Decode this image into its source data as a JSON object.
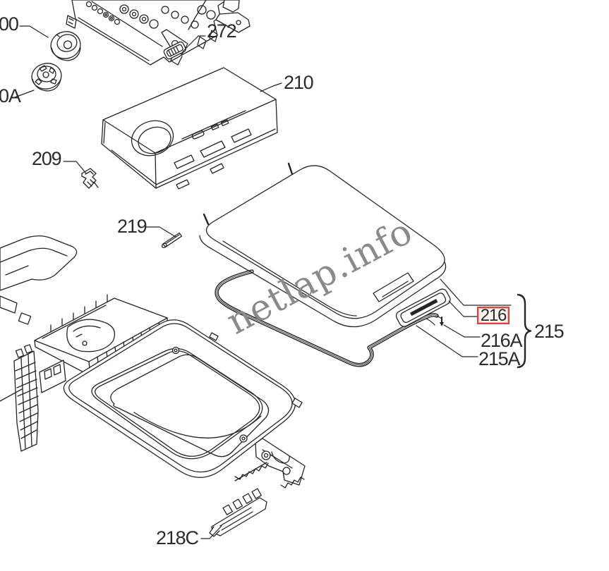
{
  "diagram": {
    "watermark": "netlap.info",
    "colors": {
      "line": "#242424",
      "label": "#2b2b2b",
      "watermark": "#8a8a8a",
      "highlight_border": "#e0423c",
      "highlight_fill": "#fdf4f3"
    },
    "labels": {
      "p300": "00",
      "p300a": "0A",
      "p272": "272",
      "p210": "210",
      "p209": "209",
      "p219": "219",
      "p216": "216",
      "p216a": "216A",
      "p215a": "215A",
      "p215": "215",
      "p218c": "218C"
    }
  }
}
